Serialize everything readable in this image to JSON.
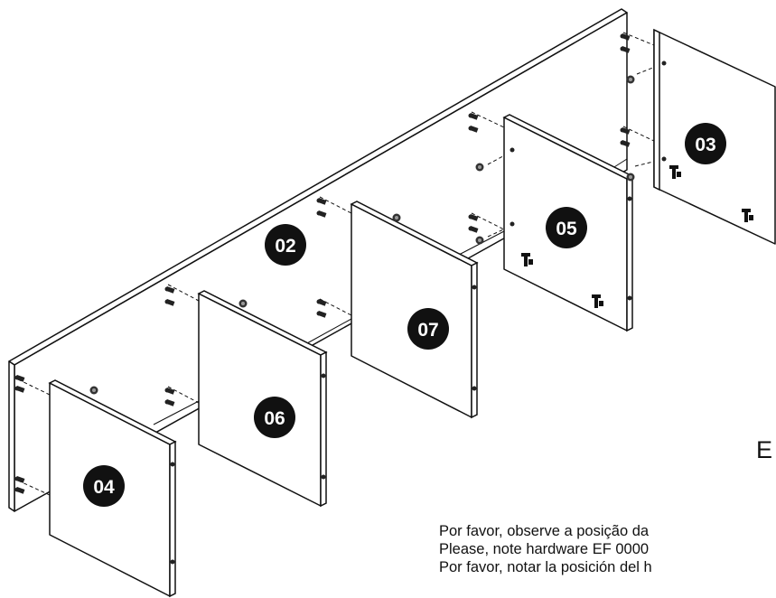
{
  "parts": {
    "back_panel": "02",
    "right_door": "03",
    "left_door": "04",
    "mid_right_panel": "05",
    "mid_left_panel": "06",
    "center_panel": "07"
  },
  "callout_letter": "E",
  "instructions": [
    "Por favor, observe a posição da",
    "Please, note hardware EF 0000",
    "Por favor, notar la posición del h"
  ]
}
